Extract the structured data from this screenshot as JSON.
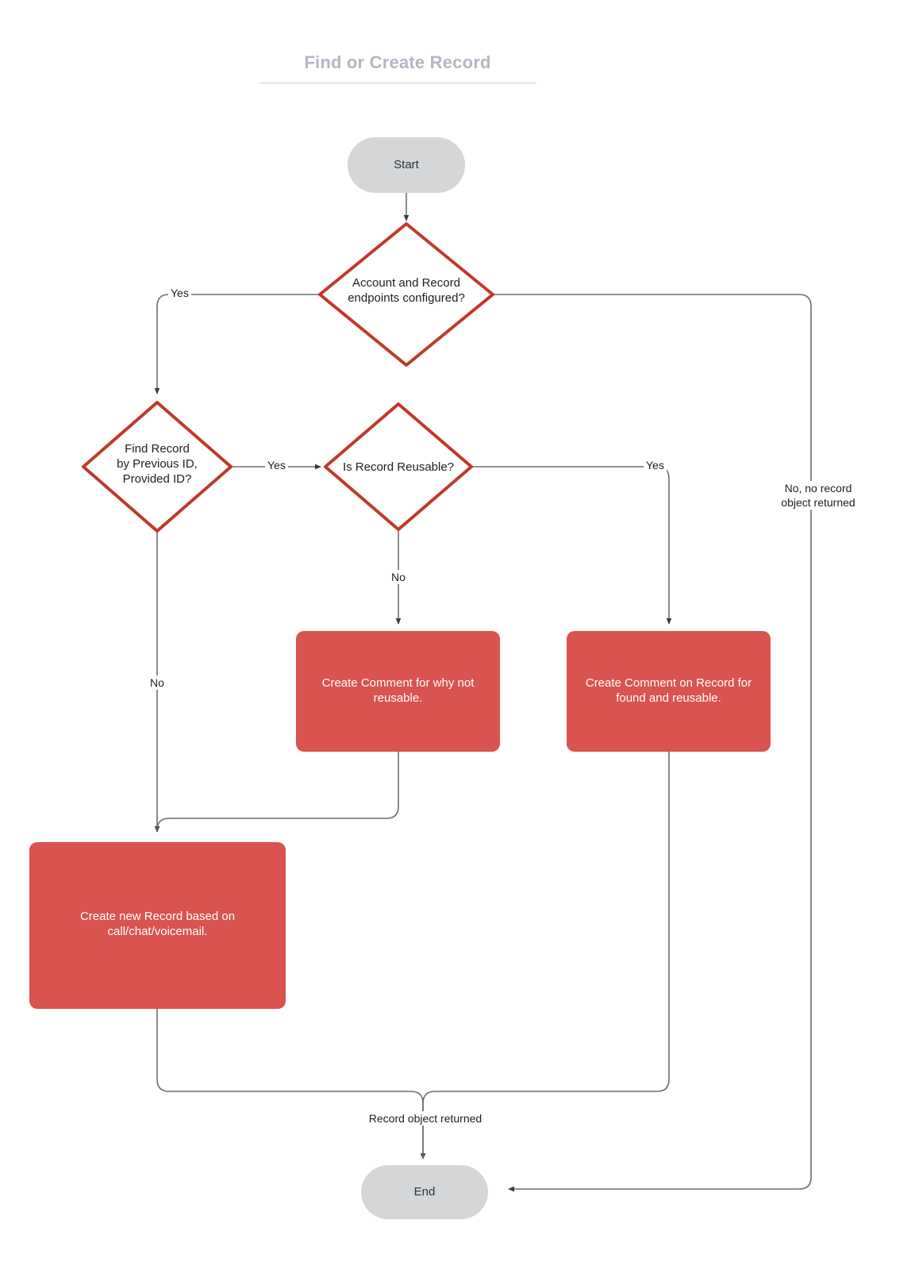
{
  "diagram": {
    "title": "Find or Create Record",
    "type": "flowchart",
    "colors": {
      "title": "#b2b7c2",
      "terminator_fill": "#d4d6d8",
      "terminator_text": "#27333f",
      "decision_stroke": "#c0392b",
      "decision_fill": "#ffffff",
      "process_fill": "#d9534f",
      "process_text": "#ffffff",
      "edge_stroke": "#5f6368",
      "background": "#ffffff"
    },
    "nodes": [
      {
        "id": "start",
        "shape": "terminator",
        "label": "Start"
      },
      {
        "id": "endpoints",
        "shape": "decision",
        "label": "Account and Record\nendpoints configured?"
      },
      {
        "id": "find_record",
        "shape": "decision",
        "label": "Find Record\nby Previous ID,\nProvided ID?"
      },
      {
        "id": "reusable",
        "shape": "decision",
        "label": "Is Record Reusable?"
      },
      {
        "id": "comment_why_not",
        "shape": "process",
        "label": "Create Comment for why not\nreusable."
      },
      {
        "id": "comment_found",
        "shape": "process",
        "label": "Create Comment on Record for\nfound and reusable."
      },
      {
        "id": "create_record",
        "shape": "process",
        "label": "Create new Record based on\ncall/chat/voicemail."
      },
      {
        "id": "end",
        "shape": "terminator",
        "label": "End"
      }
    ],
    "edges": [
      {
        "id": "e1",
        "from": "start",
        "to": "endpoints",
        "label": ""
      },
      {
        "id": "e2",
        "from": "endpoints",
        "to": "find_record",
        "label": "Yes"
      },
      {
        "id": "e3",
        "from": "endpoints",
        "to": "end",
        "label": "No, no record\nobject returned"
      },
      {
        "id": "e4",
        "from": "find_record",
        "to": "reusable",
        "label": "Yes"
      },
      {
        "id": "e5",
        "from": "find_record",
        "to": "create_record",
        "label": "No"
      },
      {
        "id": "e6",
        "from": "reusable",
        "to": "comment_why_not",
        "label": "No"
      },
      {
        "id": "e7",
        "from": "reusable",
        "to": "comment_found",
        "label": "Yes"
      },
      {
        "id": "e8",
        "from": "comment_why_not",
        "to": "create_record",
        "label": ""
      },
      {
        "id": "e9",
        "from": "comment_found",
        "to": "end",
        "label": ""
      },
      {
        "id": "e10",
        "from": "create_record",
        "to": "end",
        "label": "Record object returned"
      }
    ]
  },
  "labels": {
    "yes_top": "Yes",
    "yes_find": "Yes",
    "yes_reusable": "Yes",
    "no_find": "No",
    "no_reusable": "No",
    "no_record_returned": "No, no record\nobject returned",
    "record_object_returned": "Record object returned"
  }
}
